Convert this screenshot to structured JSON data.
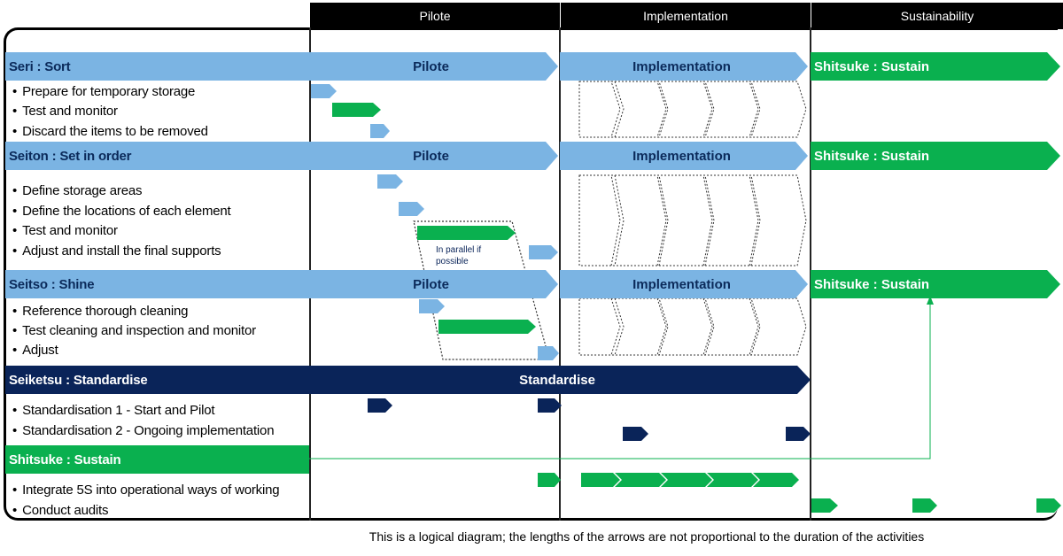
{
  "phases": [
    "Pilote",
    "Implementation",
    "Sustainability"
  ],
  "sections": [
    {
      "title": "Seri : Sort",
      "items": [
        "Prepare for temporary storage",
        "Test and monitor",
        "Discard the items to be removed"
      ],
      "pilote": "Pilote",
      "implementation": "Implementation",
      "sustain": "Shitsuke : Sustain"
    },
    {
      "title": "Seiton : Set in order",
      "items": [
        "Define storage areas",
        "Define the locations of each element",
        "Test and monitor",
        "Adjust and install the final supports"
      ],
      "pilote": "Pilote",
      "implementation": "Implementation",
      "sustain": "Shitsuke : Sustain"
    },
    {
      "title": "Seitso : Shine",
      "items": [
        "Reference thorough cleaning",
        "Test cleaning and inspection and monitor",
        "Adjust"
      ],
      "pilote": "Pilote",
      "implementation": "Implementation",
      "sustain": "Shitsuke : Sustain"
    },
    {
      "title": "Seiketsu : Standardise",
      "items": [
        "Standardisation 1 - Start and Pilot",
        "Standardisation 2 - Ongoing implementation"
      ],
      "bar": "Standardise"
    },
    {
      "title": "Shitsuke : Sustain",
      "items": [
        "Integrate 5S into operational ways of working",
        "Conduct audits"
      ]
    }
  ],
  "note": "In parallel if possible",
  "footer": "This is a logical diagram; the lengths of the arrows are not proportional to the duration of the activities",
  "colors": {
    "light_blue": "#7bb4e3",
    "navy": "#0a2459",
    "green": "#0ab04f",
    "header": "#000000"
  }
}
